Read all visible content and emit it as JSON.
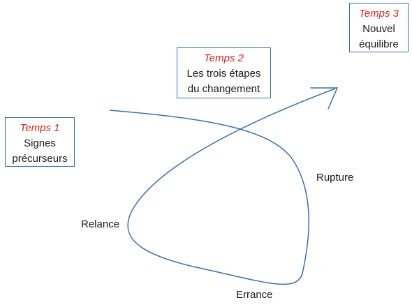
{
  "steps": [
    {
      "time_label": "Temps 1",
      "desc_line1": "Signes",
      "desc_line2": "précurseurs"
    },
    {
      "time_label": "Temps 2",
      "desc_line1": "Les trois étapes",
      "desc_line2": "du changement"
    },
    {
      "time_label": "Temps 3",
      "desc_line1": "Nouvel",
      "desc_line2": "équilibre"
    }
  ],
  "phases": {
    "rupture": "Rupture",
    "errance": "Errance",
    "relance": "Relance"
  },
  "colors": {
    "box_border": "#3b6fb0",
    "curve": "#3b6fb0",
    "time_label": "#d7261e",
    "text": "#1a1a1a"
  }
}
